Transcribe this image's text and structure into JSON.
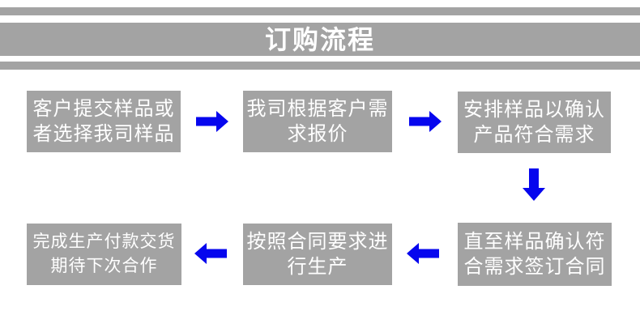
{
  "title": "订购流程",
  "colors": {
    "gray": "#a3a3a3",
    "blue": "#0606ee",
    "text": "#ffffff"
  },
  "steps": [
    {
      "id": 1,
      "line1": "客户提交样品或",
      "line2": "者选择我司样品"
    },
    {
      "id": 2,
      "line1": "我司根据客户需",
      "line2": "求报价"
    },
    {
      "id": 3,
      "line1": "安排样品以确认",
      "line2": "产品符合需求"
    },
    {
      "id": 4,
      "line1": "直至样品确认符",
      "line2": "合需求签订合同"
    },
    {
      "id": 5,
      "line1": "按照合同要求进",
      "line2": "行生产"
    },
    {
      "id": 6,
      "line1": "完成生产付款交货",
      "line2": "期待下次合作"
    }
  ],
  "icons": {
    "arrow_right": "→",
    "arrow_down": "↓",
    "arrow_left": "←"
  }
}
